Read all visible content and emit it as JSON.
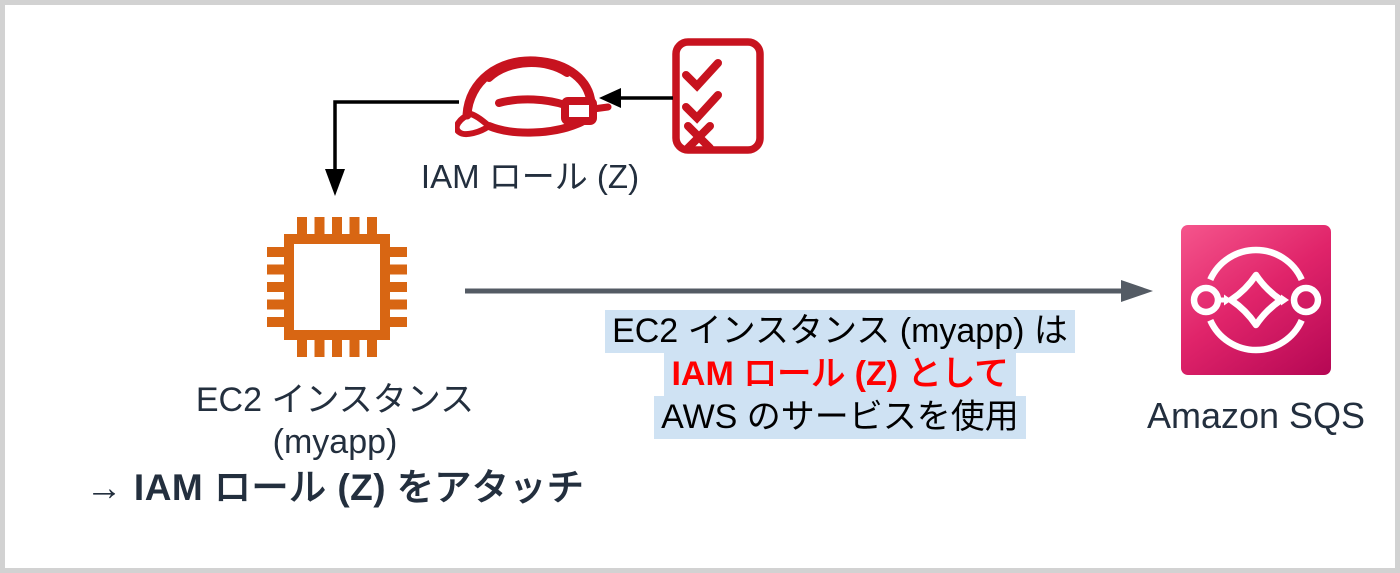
{
  "diagram_title": "EC2 instance with IAM role using Amazon SQS",
  "iam_role": {
    "label": "IAM ロール (Z)"
  },
  "ec2_instance": {
    "line1": "EC2 インスタンス",
    "line2": "(myapp)",
    "attach_note": "→ IAM ロール (Z) をアタッチ"
  },
  "request_message": {
    "line1": "EC2 インスタンス (myapp) は",
    "line2": "IAM ロール (Z) として",
    "line3": "AWS のサービスを使用"
  },
  "sqs": {
    "label": "Amazon SQS"
  },
  "icons": [
    "policy-checklist-icon",
    "iam-role-hardhat-icon",
    "ec2-instance-chip-icon",
    "amazon-sqs-icon"
  ],
  "colors": {
    "icon_red": "#C7131F",
    "ec2_orange": "#D86613",
    "text_navy": "#232F3E",
    "highlight_blue": "#CFE2F3",
    "emphasis_red": "#FF0000",
    "request_arrow_gray": "#545B64",
    "flow_arrow_black": "#000000",
    "sqs_gradient_top": "#F5558C",
    "sqs_gradient_bottom": "#B50754",
    "canvas_border": "#D2D2D2"
  }
}
